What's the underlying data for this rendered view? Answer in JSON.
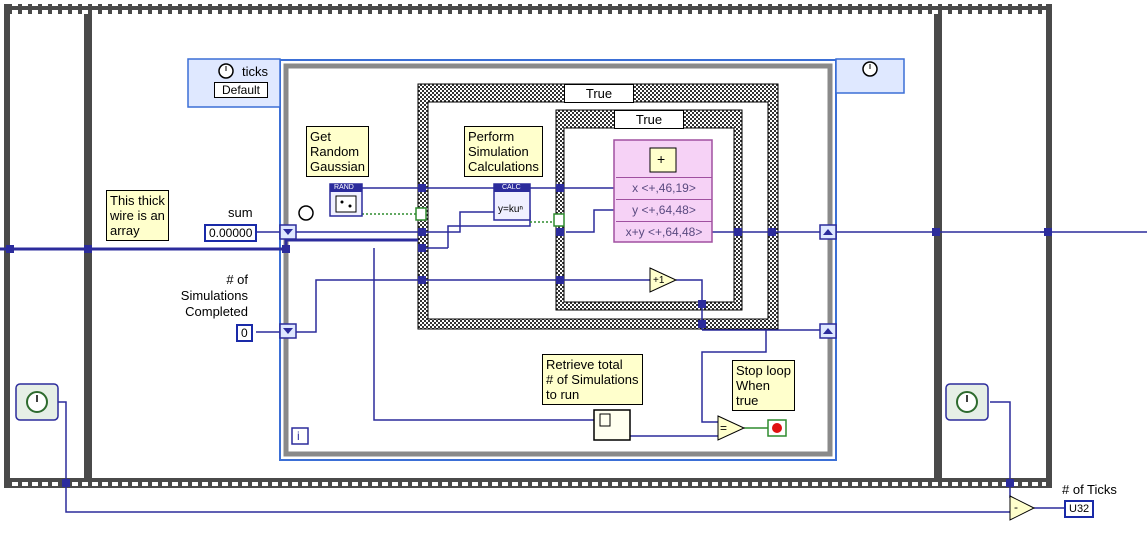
{
  "timed_structure": {
    "ticks_label": "ticks",
    "default_label": "Default"
  },
  "case_structures": {
    "outer_selector": "True",
    "inner_selector": "True"
  },
  "comments": {
    "gaussian": "Get\nRandom\nGaussian",
    "simulation": "Perform\nSimulation\nCalculations",
    "array_wire": "This thick\nwire is an\narray",
    "retrieve": "Retrieve total\n# of Simulations\nto run",
    "stop_loop": "Stop loop\nWhen\ntrue"
  },
  "controls": {
    "sum_label": "sum",
    "sum_value": "0.00000",
    "sims_label_1": "# of",
    "sims_label_2": "Simulations",
    "sims_label_3": "Completed",
    "sims_value": "0",
    "ticks_out_label": "# of Ticks",
    "ticks_out_type": "U32"
  },
  "nodes": {
    "rand": "RAND",
    "calc": "CALC",
    "calc_formula": "y=kuⁿ",
    "increment": "+1",
    "compare": "=",
    "subtract": "-",
    "iteration": "i",
    "add": "+"
  },
  "cluster": {
    "rows": [
      "x <+,46,19>",
      "y <+,64,48>",
      "x+y <+,64,48>"
    ]
  },
  "colors": {
    "frame": "#5a5a5a",
    "wire_blue": "#2c2c9c",
    "wire_green": "#2e8b2e",
    "note_bg": "#ffffcc",
    "timed_blue": "#3b6fd6",
    "cluster_pink": "#f6d2f6"
  }
}
